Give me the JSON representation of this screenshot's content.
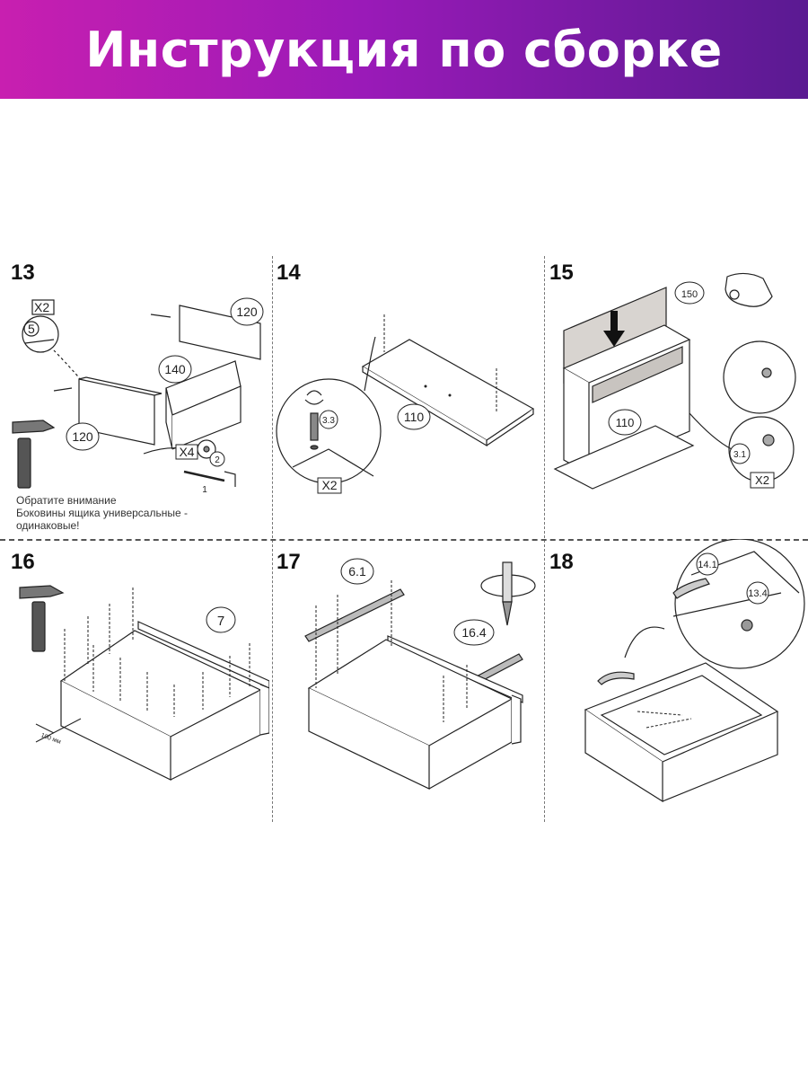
{
  "header": {
    "title": "Инструкция по сборке"
  },
  "steps": [
    {
      "number": "13",
      "callouts": [
        "X2",
        "5",
        "120",
        "140",
        "120",
        "X4",
        "2",
        "1"
      ],
      "note": [
        "Обратите внимание",
        "Боковины ящика универсальные -",
        "одинаковые!"
      ]
    },
    {
      "number": "14",
      "callouts": [
        "110",
        "3.3",
        "X2"
      ]
    },
    {
      "number": "15",
      "callouts": [
        "150",
        "110",
        "3.1",
        "X2"
      ]
    },
    {
      "number": "16",
      "callouts": [
        "7"
      ],
      "dimension": "100 мм"
    },
    {
      "number": "17",
      "callouts": [
        "6.1",
        "16.4"
      ]
    },
    {
      "number": "18",
      "callouts": [
        "14.1",
        "13.4"
      ]
    }
  ],
  "icons": [
    "hammer-icon",
    "hand-press-icon",
    "screwdriver-rotate-icon",
    "down-arrow-icon"
  ]
}
